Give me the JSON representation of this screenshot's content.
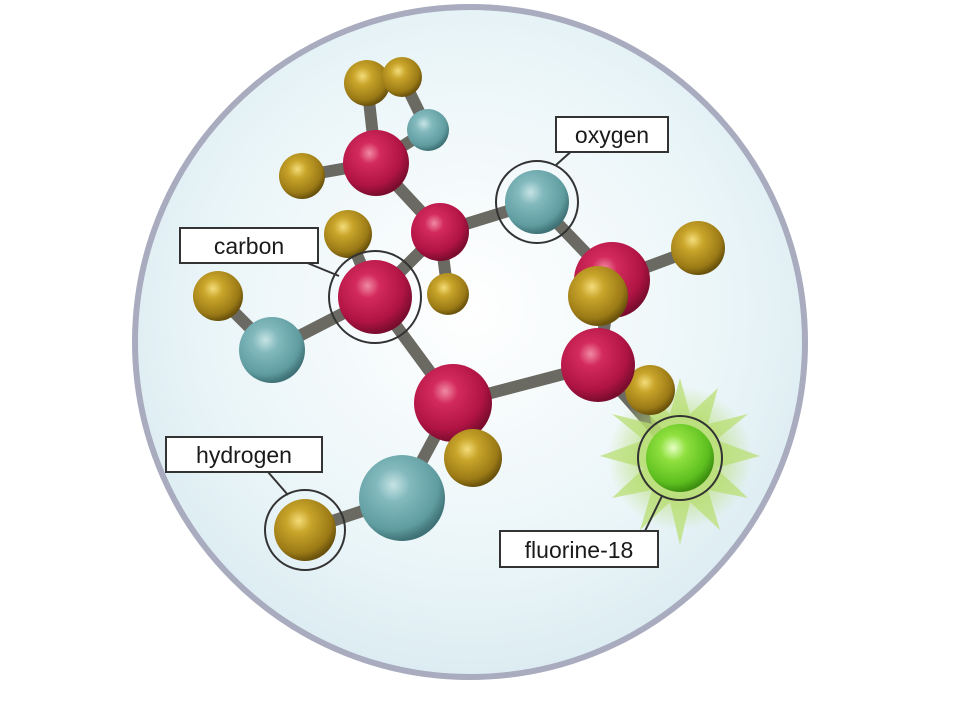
{
  "labels": {
    "oxygen": "oxygen",
    "carbon": "carbon",
    "hydrogen": "hydrogen",
    "fluorine": "fluorine-18"
  },
  "colors": {
    "background_disc": "#eaf5f8",
    "disc_border": "#a9abbf",
    "carbon_atom": "#c4184c",
    "oxygen_atom": "#6ea9ad",
    "hydrogen_atom": "#b8951f",
    "fluorine_atom": "#6fcc2a",
    "fluorine_glow": "#a6d65a",
    "bond": "#6a6a62",
    "callout_border": "#333333"
  },
  "atom_types": [
    "carbon",
    "oxygen",
    "hydrogen",
    "fluorine-18"
  ]
}
